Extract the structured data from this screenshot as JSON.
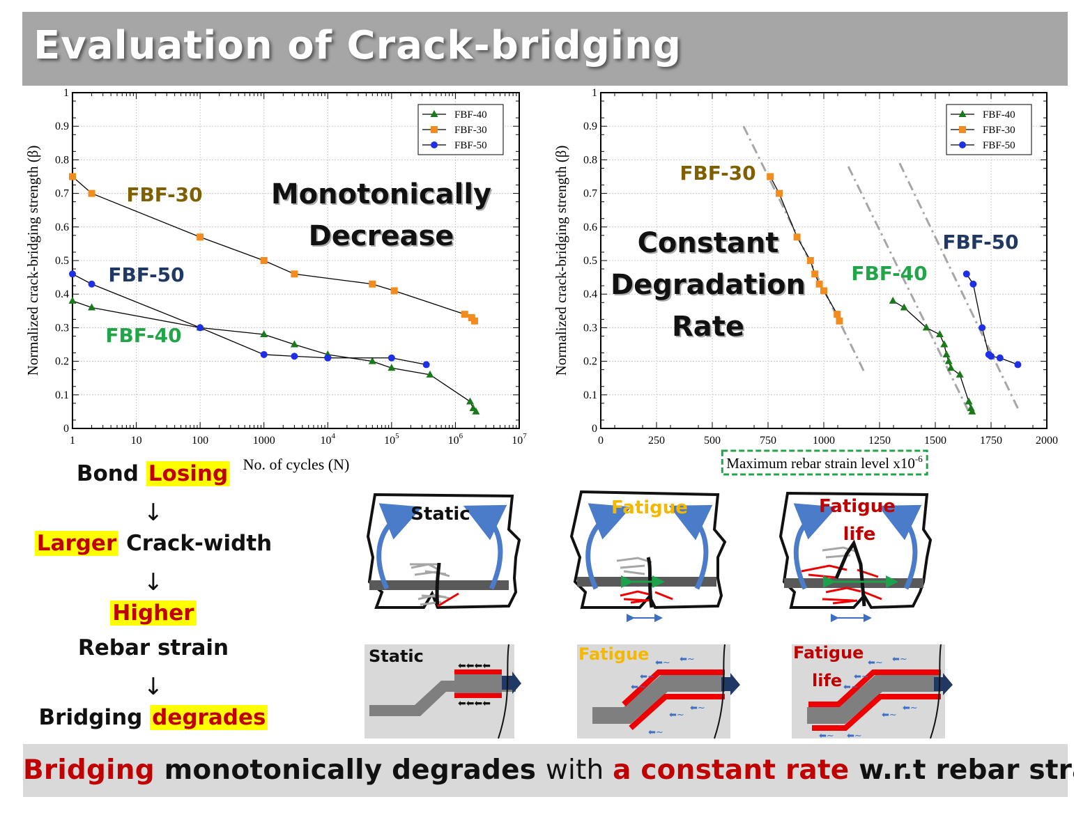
{
  "title": "Evaluation of Crack-bridging",
  "chart_data": [
    {
      "type": "line",
      "xscale": "log",
      "xlabel": "No. of cycles (N)",
      "ylabel": "Normalized crack-bridging strength (β)",
      "xlim": [
        1,
        10000000
      ],
      "ylim": [
        0,
        1
      ],
      "x_ticks": [
        "1",
        "10",
        "100",
        "1000",
        "10^4",
        "10^5",
        "10^6",
        "10^7"
      ],
      "y_ticks": [
        "0",
        "0.1",
        "0.2",
        "0.3",
        "0.4",
        "0.5",
        "0.6",
        "0.7",
        "0.8",
        "0.9",
        "1"
      ],
      "grid": true,
      "legend_position": "top-right",
      "series": [
        {
          "name": "FBF-40",
          "color": "#1a7a1a",
          "marker": "triangle",
          "x": [
            1,
            2,
            100,
            1000,
            3000,
            10000,
            50000,
            100000,
            400000,
            1700000,
            1900000,
            2100000
          ],
          "y": [
            0.38,
            0.36,
            0.3,
            0.28,
            0.25,
            0.22,
            0.2,
            0.18,
            0.16,
            0.08,
            0.06,
            0.05
          ]
        },
        {
          "name": "FBF-30",
          "color": "#f28c1e",
          "marker": "square",
          "x": [
            1,
            2,
            100,
            1000,
            3000,
            50000,
            110000,
            1400000,
            1800000,
            2000000
          ],
          "y": [
            0.75,
            0.7,
            0.57,
            0.5,
            0.46,
            0.43,
            0.41,
            0.34,
            0.33,
            0.32
          ]
        },
        {
          "name": "FBF-50",
          "color": "#1f2fe6",
          "marker": "circle",
          "x": [
            1,
            2,
            100,
            1000,
            3000,
            10000,
            100000,
            350000
          ],
          "y": [
            0.46,
            0.43,
            0.3,
            0.22,
            0.215,
            0.21,
            0.21,
            0.19
          ]
        }
      ],
      "annotations": [
        {
          "text": "FBF-30",
          "color": "#7f6000"
        },
        {
          "text": "FBF-50",
          "color": "#1f3864"
        },
        {
          "text": "FBF-40",
          "color": "#22a548"
        },
        {
          "text": "Monotonically",
          "color": "#111111"
        },
        {
          "text": "Decrease",
          "color": "#111111"
        }
      ]
    },
    {
      "type": "line",
      "xlabel": "Maximum rebar strain level x10",
      "xlabel_sup": "-6",
      "ylabel": "Normalized crack-bridging strength (β)",
      "xlim": [
        0,
        2000
      ],
      "ylim": [
        0,
        1
      ],
      "x_ticks": [
        "0",
        "250",
        "500",
        "750",
        "1000",
        "1250",
        "1500",
        "1750",
        "2000"
      ],
      "y_ticks": [
        "0",
        "0.1",
        "0.2",
        "0.3",
        "0.4",
        "0.5",
        "0.6",
        "0.7",
        "0.8",
        "0.9",
        "1"
      ],
      "grid": true,
      "legend_position": "top-right",
      "series": [
        {
          "name": "FBF-40",
          "color": "#1a7a1a",
          "marker": "triangle",
          "x": [
            1310,
            1360,
            1460,
            1520,
            1540,
            1550,
            1560,
            1570,
            1610,
            1650,
            1660,
            1665
          ],
          "y": [
            0.38,
            0.36,
            0.3,
            0.28,
            0.25,
            0.22,
            0.2,
            0.18,
            0.16,
            0.08,
            0.06,
            0.05
          ]
        },
        {
          "name": "FBF-30",
          "color": "#f28c1e",
          "marker": "square",
          "x": [
            760,
            800,
            880,
            940,
            960,
            980,
            1000,
            1060,
            1070
          ],
          "y": [
            0.75,
            0.7,
            0.57,
            0.5,
            0.46,
            0.43,
            0.41,
            0.34,
            0.32
          ]
        },
        {
          "name": "FBF-50",
          "color": "#1f2fe6",
          "marker": "circle",
          "x": [
            1640,
            1670,
            1710,
            1740,
            1750,
            1790,
            1870
          ],
          "y": [
            0.46,
            0.43,
            0.3,
            0.22,
            0.215,
            0.21,
            0.19
          ]
        }
      ],
      "trend_lines": [
        {
          "x": [
            640,
            1180
          ],
          "y": [
            0.9,
            0.17
          ]
        },
        {
          "x": [
            1110,
            1650
          ],
          "y": [
            0.78,
            0.05
          ]
        },
        {
          "x": [
            1340,
            1870
          ],
          "y": [
            0.79,
            0.06
          ]
        }
      ],
      "annotations": [
        {
          "text": "FBF-30",
          "color": "#7f6000"
        },
        {
          "text": "FBF-40",
          "color": "#22a548"
        },
        {
          "text": "FBF-50",
          "color": "#1f3864"
        },
        {
          "text": "Constant",
          "color": "#111111"
        },
        {
          "text": "Degradation",
          "color": "#111111"
        },
        {
          "text": "Rate",
          "color": "#111111"
        }
      ]
    }
  ],
  "flow": {
    "line1_a": "Bond ",
    "line1_b": "Losing",
    "line2_a": "Larger",
    "line2_b": " Crack-width",
    "line3": "Higher",
    "line4": "Rebar strain",
    "line5_a": "Bridging ",
    "line5_b": "degrades",
    "arrow": "↓"
  },
  "diagram_labels": {
    "static": "Static",
    "fatigue": "Fatigue",
    "fatigue_life_1": "Fatigue",
    "fatigue_life_2": "life",
    "static2": "Static",
    "fatigue2": "Fatigue",
    "fatigue_life2_1": "Fatigue",
    "fatigue_life2_2": "life"
  },
  "conclusion": {
    "p1": "Bridging",
    "p2": " monotonically degrades ",
    "p3": "with ",
    "p4": "a constant rate",
    "p5": " w.r.t rebar strain"
  },
  "colors": {
    "fbf40": "#1a7a1a",
    "fbf30": "#f28c1e",
    "fbf50": "#1f2fe6",
    "accent_red": "#c00000",
    "highlight": "#ffff00"
  }
}
